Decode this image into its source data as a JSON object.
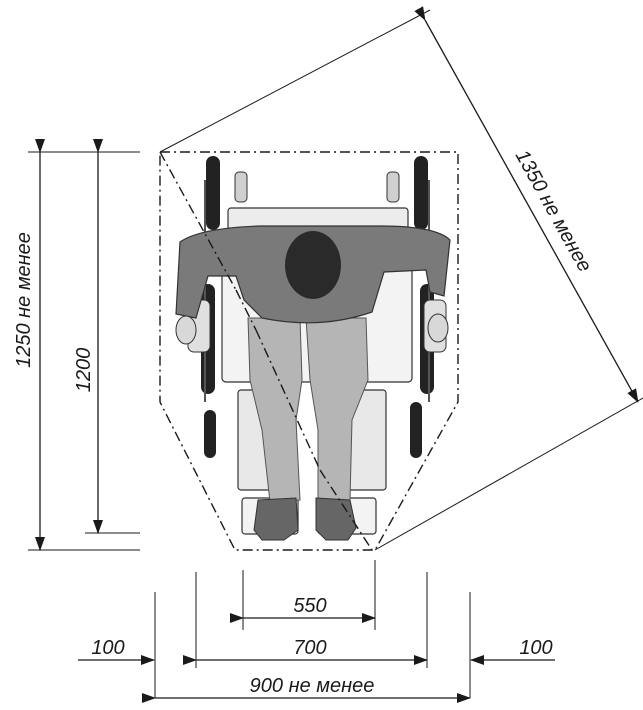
{
  "dimensions": {
    "height_min": "1250 не менее",
    "height": "1200",
    "diagonal_min": "1350 не менее",
    "width_feet": "550",
    "width_chair": "700",
    "margin_left": "100",
    "margin_right": "100",
    "width_min": "900 не менее"
  }
}
